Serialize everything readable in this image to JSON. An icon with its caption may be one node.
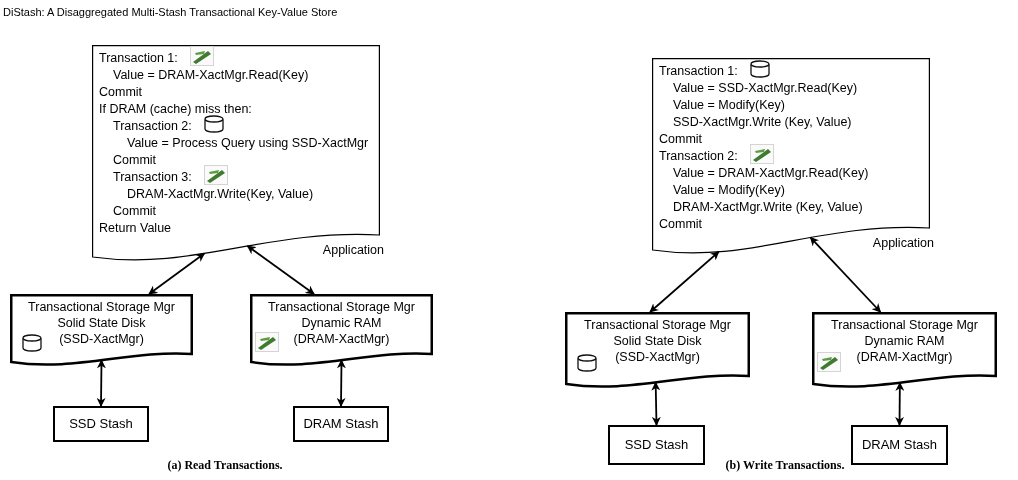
{
  "diagram": {
    "title": "DiStash: A Disaggregated Multi-Stash Transactional Key-Value Store",
    "nodes": [
      {
        "text": [
          "Transaction 1:",
          "Value = DRAM-XactMgr.Read(Key)",
          "Commit",
          "If DRAM (cache) miss then:",
          "Transaction 2:",
          "Value = Process Query using SSD-XactMgr",
          "Commit",
          "Transaction 3:",
          "DRAM-XactMgr.Write(Key, Value)",
          "Commit",
          "Return Value",
          "Application"
        ]
      },
      {
        "text": [
          "Transactional Storage Mgr",
          "Solid State Disk",
          "(SSD-XactMgr)"
        ]
      },
      {
        "text": [
          "Transactional Storage Mgr",
          "Dynamic RAM",
          "(DRAM-XactMgr)"
        ]
      },
      {
        "text": [
          "SSD Stash"
        ]
      },
      {
        "text": [
          "DRAM Stash"
        ]
      },
      {
        "text": [
          "Transaction 1:",
          "Value = SSD-XactMgr.Read(Key)",
          "Value = Modify(Key)",
          "SSD-XactMgr.Write (Key, Value)",
          "Commit",
          "Transaction 2:",
          "Value = DRAM-XactMgr.Read(Key)",
          "Value = Modify(Key)",
          "DRAM-XactMgr.Write (Key, Value)",
          "Commit",
          "Application"
        ]
      },
      {
        "text": [
          "Transactional Storage Mgr",
          "Solid State Disk",
          "(SSD-XactMgr)"
        ]
      },
      {
        "text": [
          "Transactional Storage Mgr",
          "Dynamic RAM",
          "(DRAM-XactMgr)"
        ]
      },
      {
        "text": [
          "SSD Stash"
        ]
      },
      {
        "text": [
          "DRAM Stash"
        ]
      }
    ],
    "edges": [
      {
        "from": 0,
        "to": 1,
        "arrow": "both"
      },
      {
        "from": 0,
        "to": 2,
        "arrow": "both"
      },
      {
        "from": 1,
        "to": 3,
        "arrow": "both"
      },
      {
        "from": 2,
        "to": 4,
        "arrow": "both"
      },
      {
        "from": 5,
        "to": 6,
        "arrow": "both"
      },
      {
        "from": 5,
        "to": 7,
        "arrow": "both"
      },
      {
        "from": 6,
        "to": 8,
        "arrow": "both"
      },
      {
        "from": 7,
        "to": 9,
        "arrow": "both"
      }
    ],
    "labels": [
      "(a) Read Transactions.",
      "(b) Write Transactions."
    ]
  }
}
